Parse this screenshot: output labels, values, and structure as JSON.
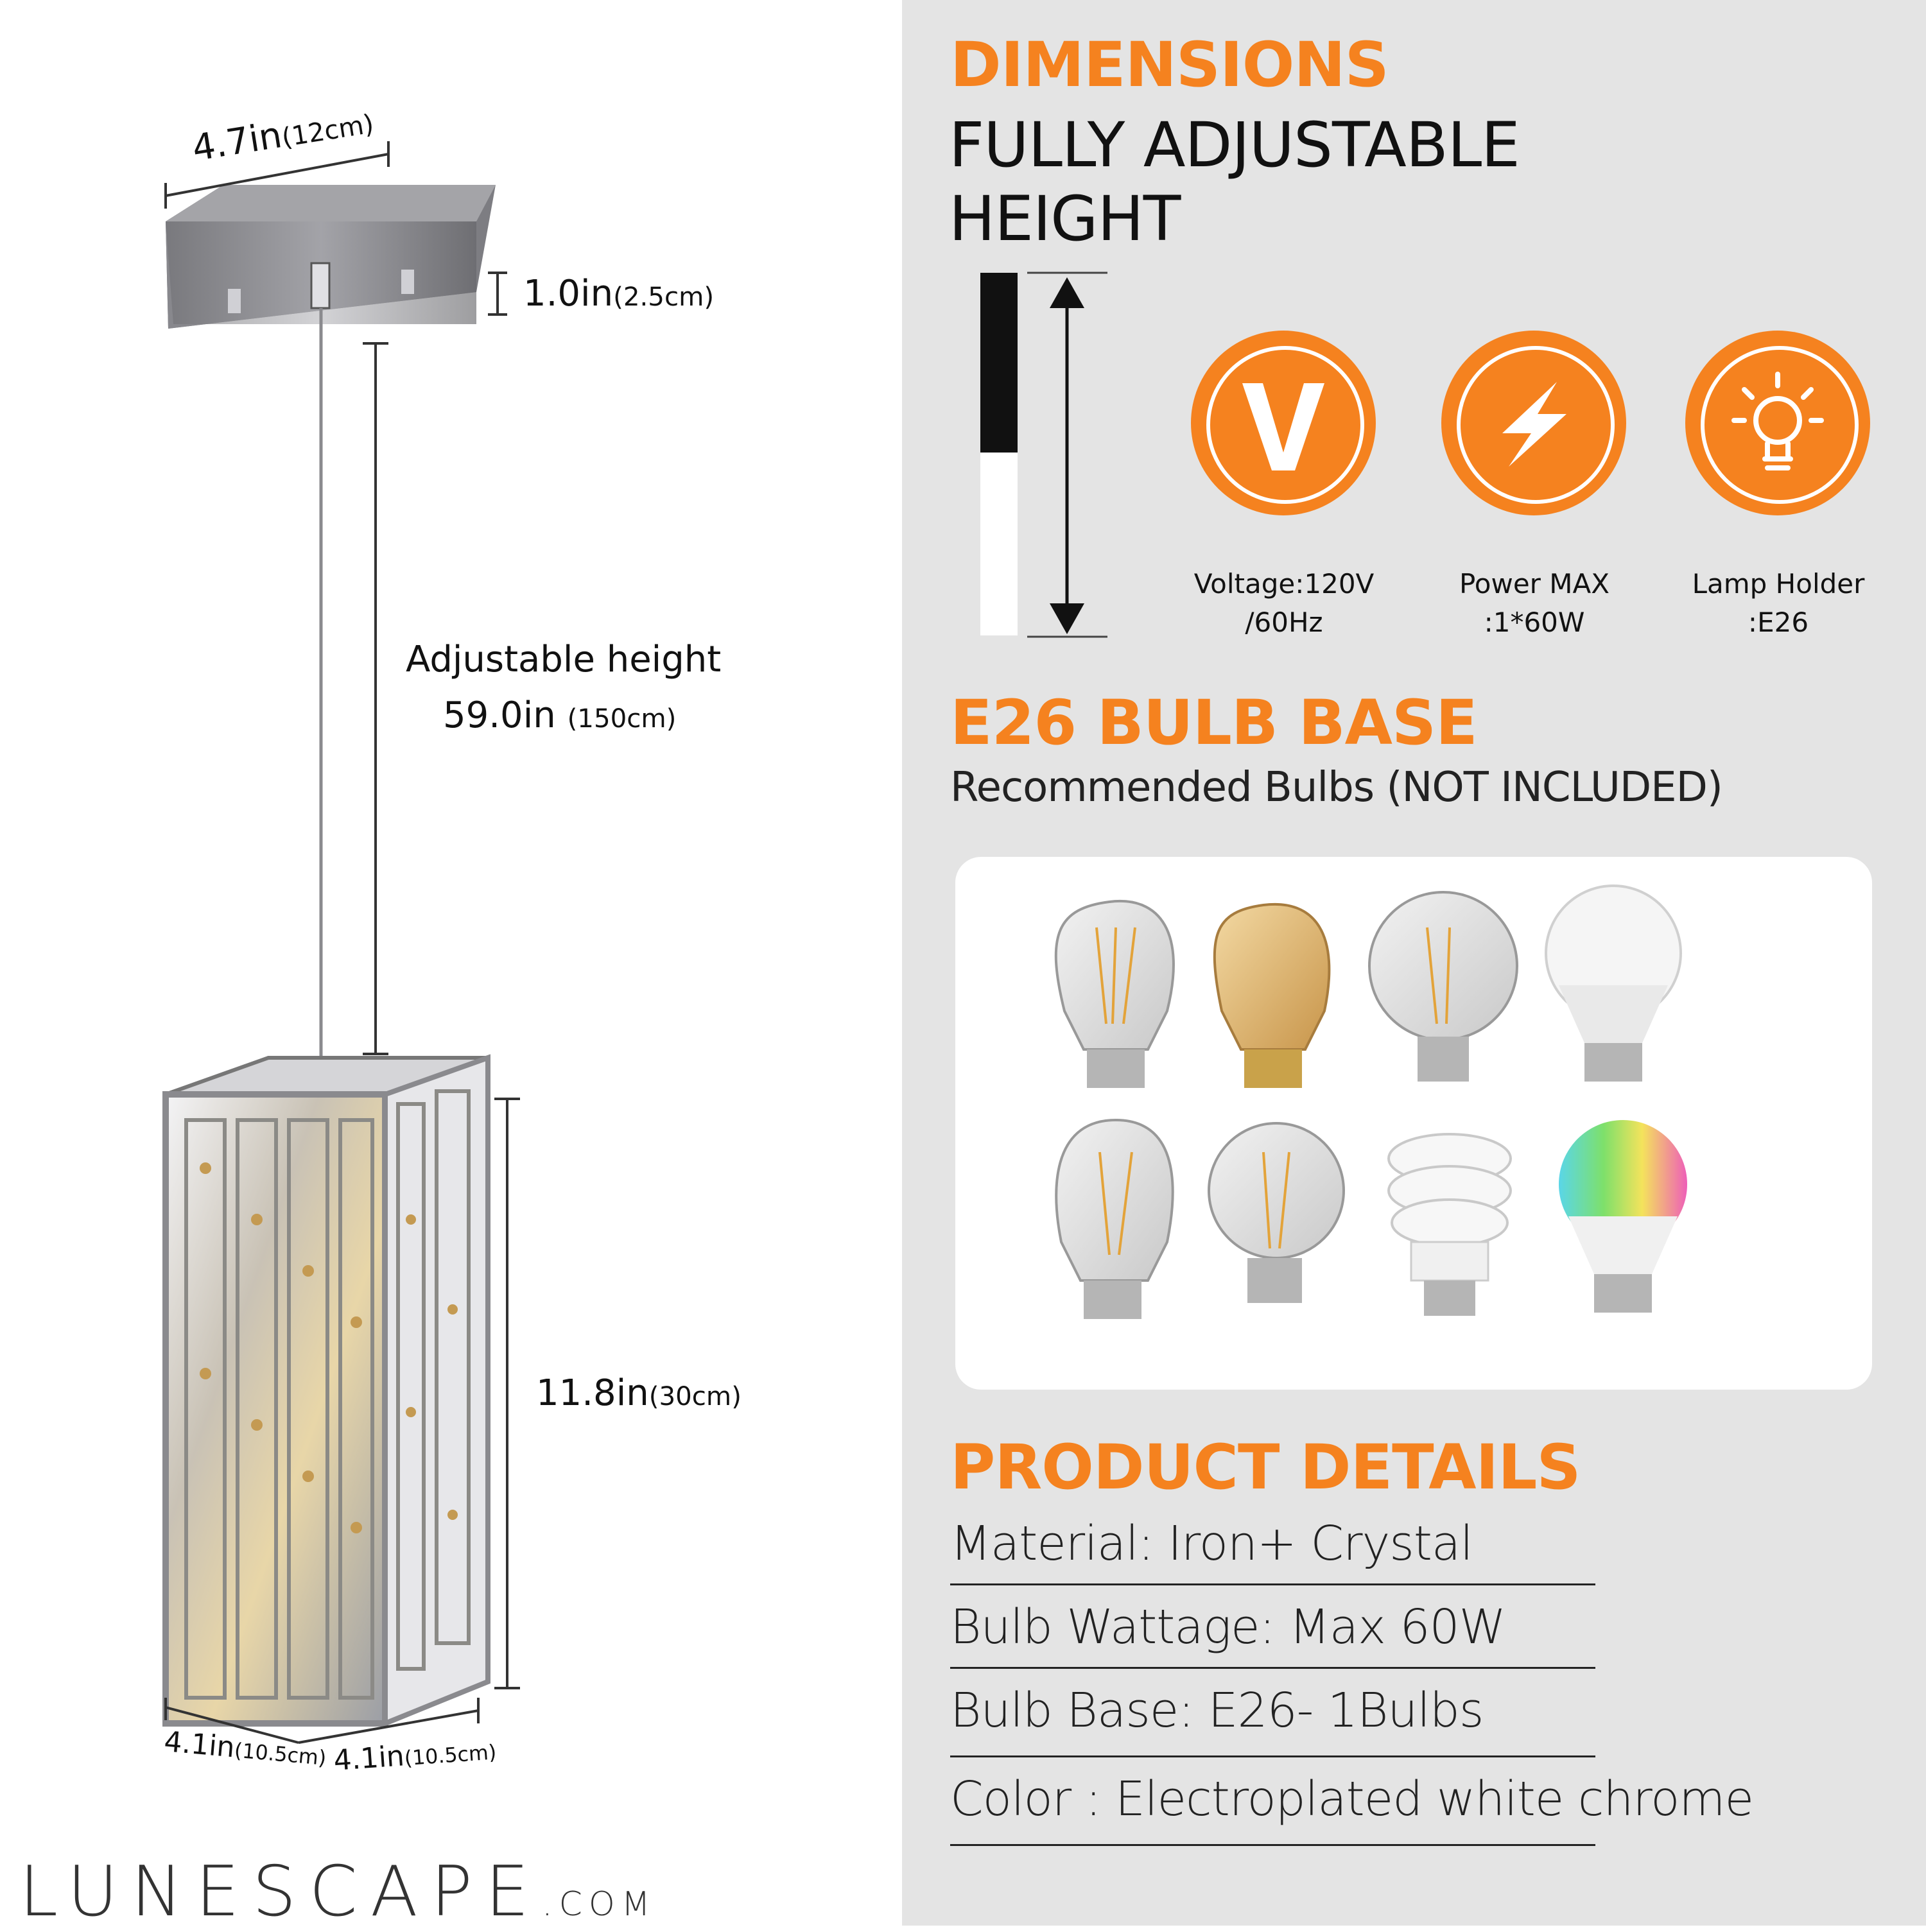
{
  "brand": {
    "name": "LUNESCAPE",
    "suffix": ".COM"
  },
  "dimensions": {
    "canopy_width": {
      "value": "4.7in",
      "metric": "(12cm)"
    },
    "canopy_height": {
      "value": "1.0in",
      "metric": "(2.5cm)"
    },
    "adjustable_label": "Adjustable height",
    "adjustable_value": {
      "value": "59.0in",
      "metric": "(150cm)"
    },
    "shade_height": {
      "value": "11.8in",
      "metric": "(30cm)"
    },
    "shade_width": {
      "value": "4.1in",
      "metric": "(10.5cm)"
    },
    "shade_depth": {
      "value": "4.1in",
      "metric": "(10.5cm)"
    }
  },
  "header": {
    "title": "DIMENSIONS",
    "subtitle_line1": "FULLY ADJUSTABLE",
    "subtitle_line2": "HEIGHT"
  },
  "specs": [
    {
      "icon": "voltage-icon",
      "line1": "Voltage:120V",
      "line2": "/60Hz"
    },
    {
      "icon": "lightning-icon",
      "line1": "Power MAX",
      "line2": ":1*60W"
    },
    {
      "icon": "lightbulb-icon",
      "line1": "Lamp Holder",
      "line2": ":E26"
    }
  ],
  "bulb_section": {
    "title": "E26 BULB BASE",
    "subtitle": "Recommended Bulbs (NOT INCLUDED)"
  },
  "details": {
    "title": "PRODUCT DETAILS",
    "rows": [
      "Material: Iron+ Crystal",
      "Bulb Wattage: Max 60W",
      "Bulb Base: E26- 1Bulbs",
      "Color : Electroplated white chrome"
    ]
  },
  "colors": {
    "accent": "#f5821f",
    "panel": "#e4e4e4",
    "text": "#111111"
  }
}
